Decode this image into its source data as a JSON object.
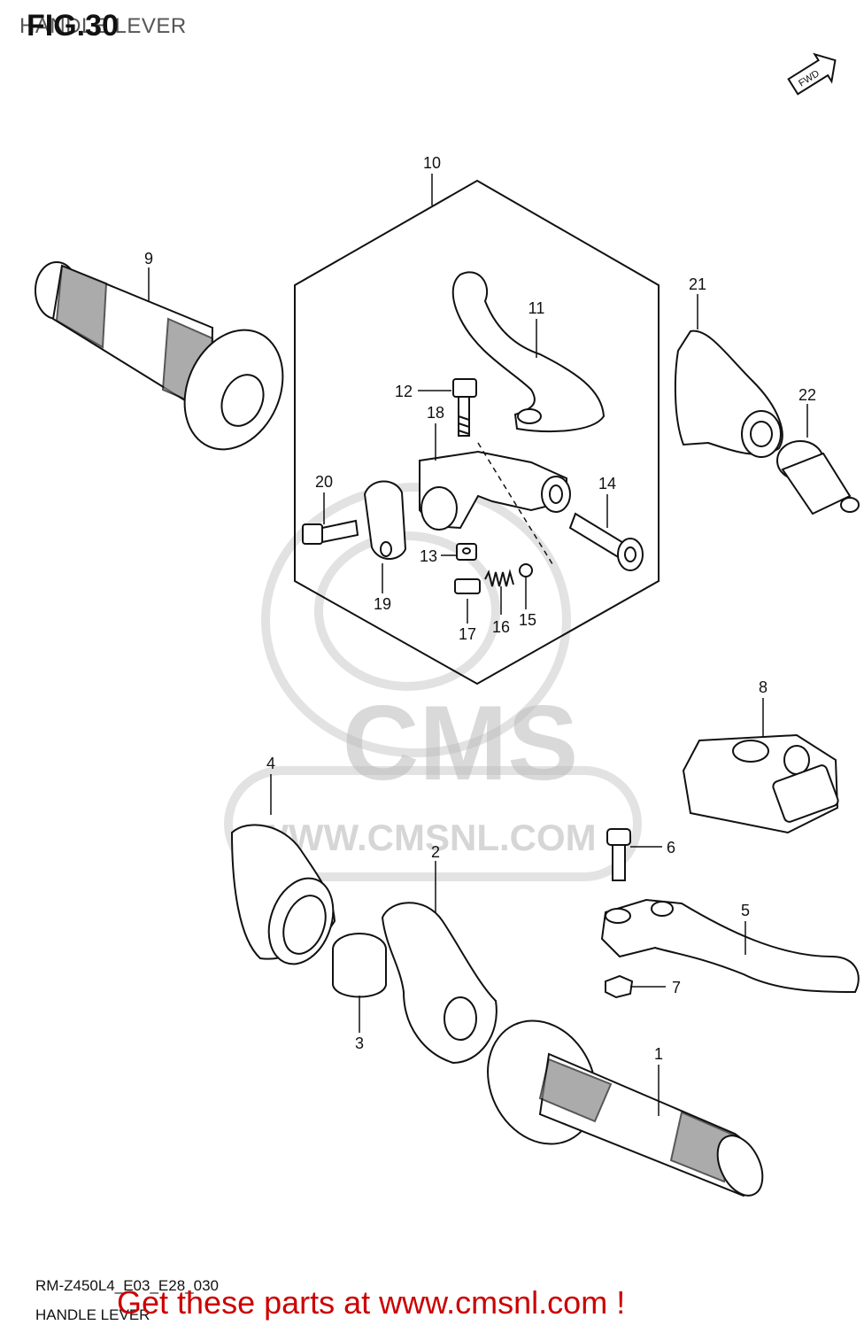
{
  "header": {
    "title_under": "HANDLE LEVER",
    "fig_label": "FIG.30"
  },
  "fwd_arrow": {
    "label": "FWD"
  },
  "watermark": {
    "brand": "CMS",
    "url": "WWW.CMSNL.COM"
  },
  "callouts": [
    {
      "num": "1",
      "part": "grip-right"
    },
    {
      "num": "2",
      "part": "throttle-tube"
    },
    {
      "num": "3",
      "part": "collar"
    },
    {
      "num": "4",
      "part": "throttle-cover"
    },
    {
      "num": "5",
      "part": "brake-lever"
    },
    {
      "num": "6",
      "part": "pivot-bolt"
    },
    {
      "num": "7",
      "part": "nut"
    },
    {
      "num": "8",
      "part": "lever-boot"
    },
    {
      "num": "9",
      "part": "grip-left"
    },
    {
      "num": "10",
      "part": "clutch-lever-assy"
    },
    {
      "num": "11",
      "part": "clutch-lever"
    },
    {
      "num": "12",
      "part": "bolt"
    },
    {
      "num": "13",
      "part": "nut"
    },
    {
      "num": "14",
      "part": "adjuster"
    },
    {
      "num": "15",
      "part": "ball"
    },
    {
      "num": "16",
      "part": "spring"
    },
    {
      "num": "17",
      "part": "plug"
    },
    {
      "num": "18",
      "part": "lever-holder"
    },
    {
      "num": "19",
      "part": "clamp"
    },
    {
      "num": "20",
      "part": "screw"
    },
    {
      "num": "21",
      "part": "cover"
    },
    {
      "num": "22",
      "part": "cable-adjuster"
    }
  ],
  "footer": {
    "code": "RM-Z450L4_E03_E28_030",
    "name": "HANDLE LEVER"
  },
  "promo": {
    "text": "Get these parts at www.cmsnl.com !"
  }
}
